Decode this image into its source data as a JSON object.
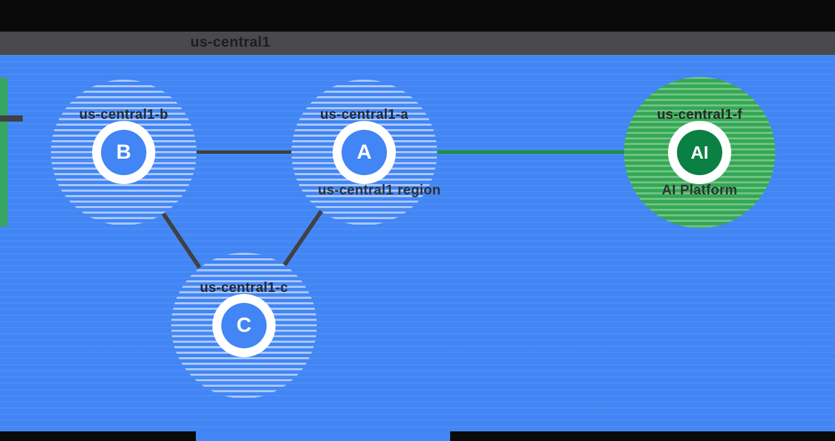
{
  "header": {
    "title": "us-central1"
  },
  "diagram": {
    "type": "diagram",
    "background_color": "#4285F4",
    "zone_blue": "#4285F4",
    "ai_green": "#34A853",
    "ai_inner_green": "#0b8043",
    "edge_dark": "#3f4144",
    "edge_green": "#1e8e3e",
    "nodes": [
      {
        "id": "B",
        "letter": "B",
        "label": "us-central1-b",
        "kind": "zone"
      },
      {
        "id": "A",
        "letter": "A",
        "label": "us-central1-a",
        "kind": "zone",
        "sublabel": "us-central1 region"
      },
      {
        "id": "C",
        "letter": "C",
        "label": "us-central1-c",
        "kind": "zone"
      },
      {
        "id": "AI",
        "letter": "AI",
        "label": "us-central1-f",
        "kind": "ai",
        "sublabel": "AI Platform"
      }
    ],
    "edges": [
      {
        "from": "B",
        "to": "A",
        "style": "dark"
      },
      {
        "from": "A",
        "to": "AI",
        "style": "green"
      },
      {
        "from": "B",
        "to": "C",
        "style": "dark"
      },
      {
        "from": "A",
        "to": "C",
        "style": "dark"
      }
    ]
  }
}
